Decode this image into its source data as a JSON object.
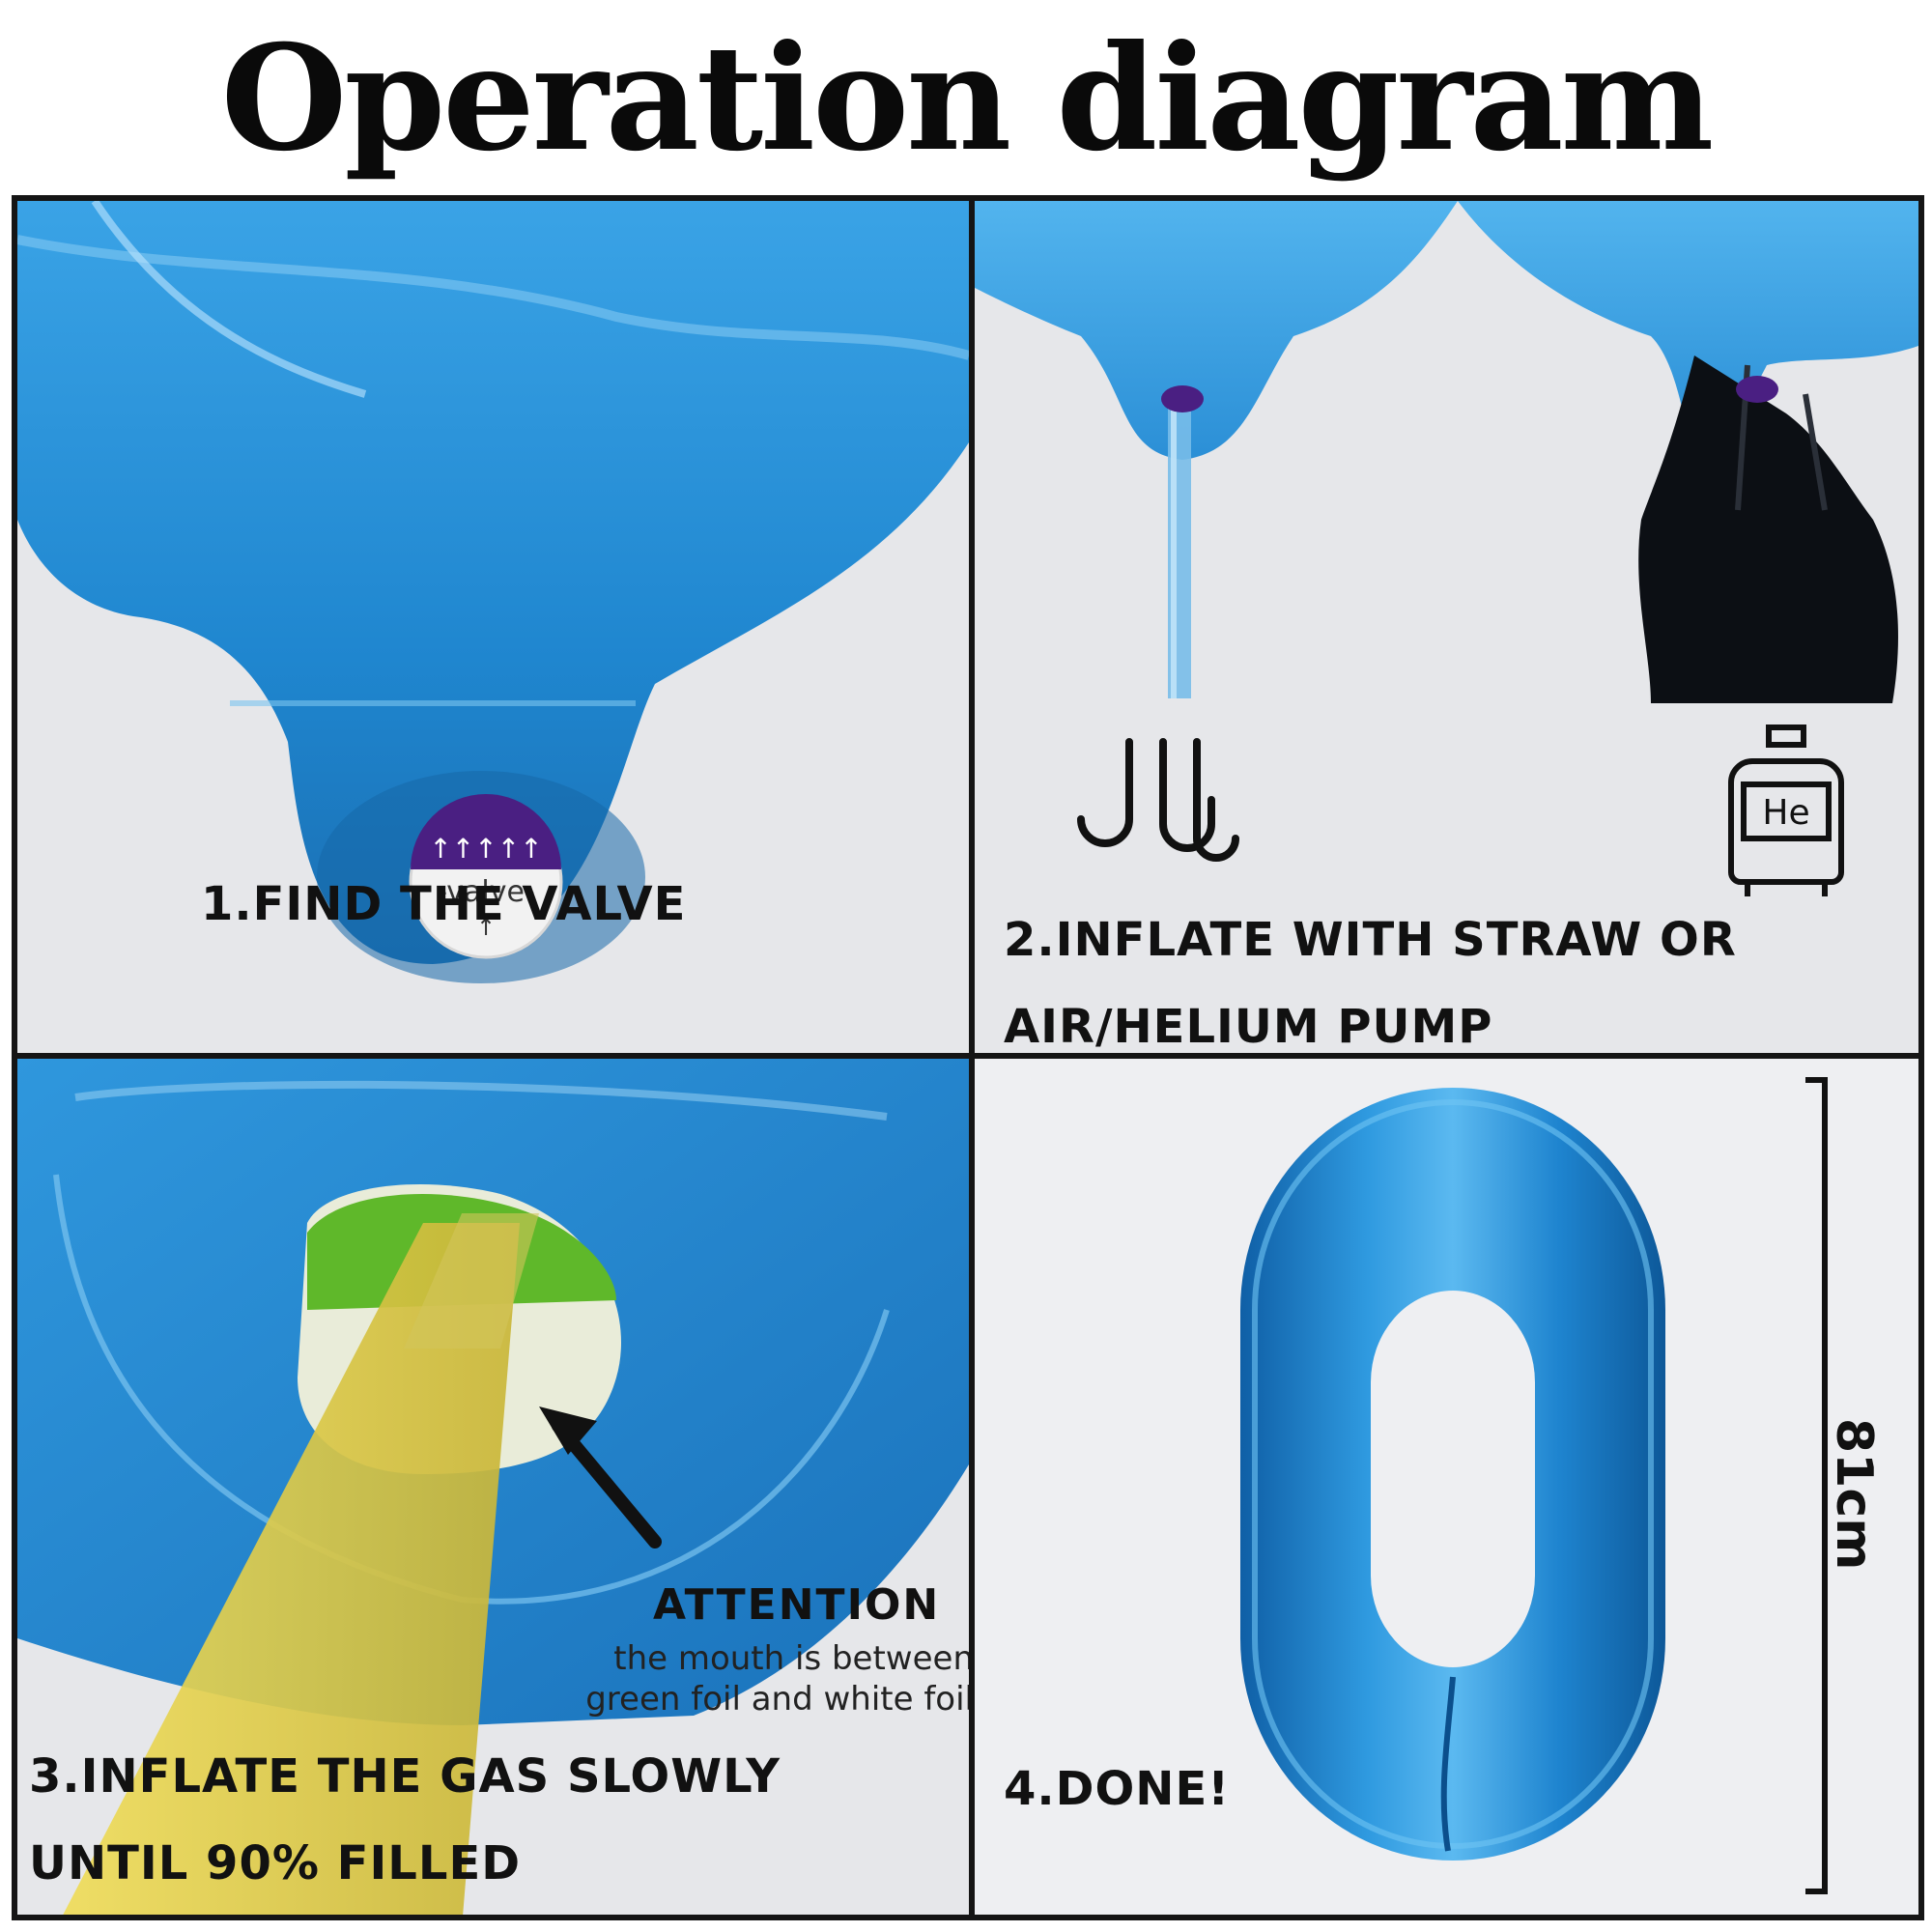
{
  "title": "Operation diagram",
  "steps": [
    {
      "label": "1.FIND THE VALVE"
    },
    {
      "label_line1": "2.INFLATE WITH STRAW OR",
      "label_line2": "AIR/HELIUM PUMP"
    },
    {
      "label_line1": "3.INFLATE THE GAS SLOWLY",
      "label_line2": "UNTIL 90% FILLED"
    },
    {
      "label": "4.DONE!"
    }
  ],
  "valve_sticker_text": "valve",
  "helium_tank_text": "He",
  "attention": {
    "heading": "ATTENTION",
    "line1": "the mouth is between",
    "line2": "green foil and white foil"
  },
  "dimension": "81cm",
  "balloon_digit": "0",
  "colors": {
    "foil_blue": "#2a8fd8",
    "foil_dark": "#0c5fa3",
    "valve_purple": "#4a1f82",
    "straw_yellow": "#e3cf4a",
    "green_foil": "#5fb82a",
    "panel_bg": "#e6e7ea",
    "border": "#151515"
  },
  "icons": [
    "straw-icon",
    "helium-tank-icon",
    "arrow-icon"
  ]
}
